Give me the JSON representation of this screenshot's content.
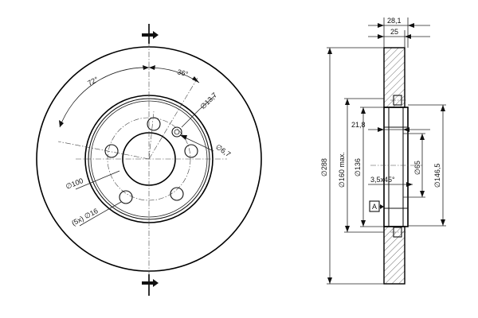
{
  "front_view": {
    "angle_72": "72°",
    "angle_36": "36°",
    "dia_13_7": "∅13,7",
    "dia_6_7": "∅6,7",
    "dia_100": "∅100",
    "holes_16": "(5x) ∅16"
  },
  "side_view": {
    "width_28_1": "28,1",
    "width_25": "25",
    "dia_288": "∅288",
    "dia_160": "∅160 max.",
    "dia_136": "∅136",
    "depth_21_8": "21,8",
    "dia_65": "∅65",
    "dia_146_5": "∅146,5",
    "chamfer": "3,5x45°",
    "datum": "A"
  }
}
